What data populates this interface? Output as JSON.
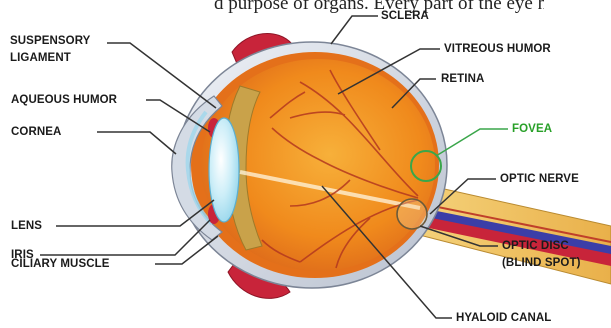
{
  "diagram": {
    "top_caption": "d purpose of organs. Every part of the eye has",
    "labels": {
      "sclera": "SCLERA",
      "suspensory_ligament": [
        "SUSPENSORY",
        "LIGAMENT"
      ],
      "vitreous_humor": "VITREOUS HUMOR",
      "aqueous_humor": "AQUEOUS HUMOR",
      "retina": "RETINA",
      "cornea": "CORNEA",
      "fovea": "FOVEA",
      "optic_nerve": "OPTIC NERVE",
      "lens": "LENS",
      "iris": "IRIS",
      "optic_disc": [
        "OPTIC DISC",
        "(BLIND SPOT)"
      ],
      "ciliary_muscle": "CILIARY MUSCLE",
      "hyaloid_canal": "HYALOID CANAL"
    },
    "colors": {
      "label_text": "#1b1b1b",
      "fovea_label": "#28a028",
      "sclera": "#d8dde6",
      "interior": "#f08a1c",
      "retina_rim": "#e4701a",
      "lens": "#bfe9f5",
      "muscle": "#c8243a",
      "optic_nerve": "#f2c25a"
    }
  }
}
